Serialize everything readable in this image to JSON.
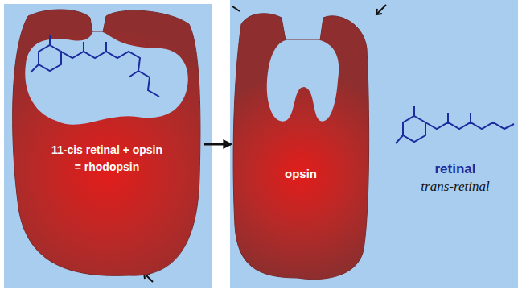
{
  "diagram": {
    "nodes": [
      {
        "text": [
          "11-cis retinal + opsin = rhodopsin"
        ]
      },
      {
        "text": [
          "opsin"
        ]
      }
    ],
    "edges": [
      {
        "from": 0,
        "to": 1,
        "arrow": "to"
      }
    ],
    "labels": [
      "retinal",
      "trans-retinal"
    ]
  }
}
